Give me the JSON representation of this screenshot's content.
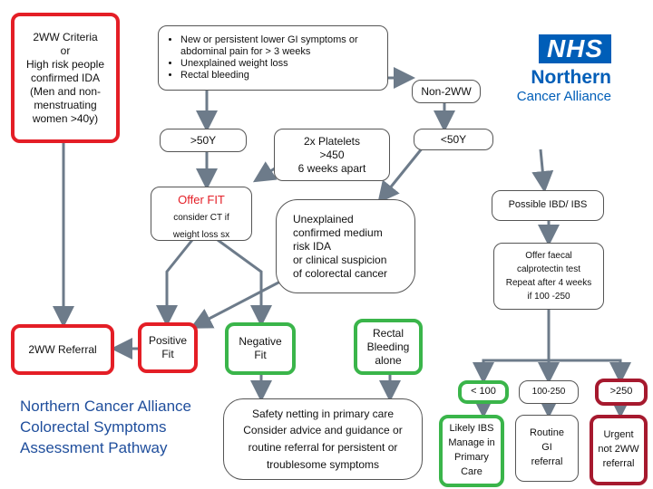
{
  "criteria_2ww": {
    "lines": [
      "2WW Criteria",
      "or",
      "High risk people",
      "confirmed IDA",
      "(Men and non-",
      "menstruating",
      "women >40y)"
    ]
  },
  "symptoms": {
    "bullets": [
      "New or persistent lower GI symptoms or abdominal pain for > 3 weeks",
      "Unexplained weight loss",
      "Rectal bleeding"
    ]
  },
  "logo": {
    "nhs": "NHS",
    "org_line1": "Northern",
    "org_line2": "Cancer Alliance"
  },
  "non_2ww": "Non-2WW",
  "age_over_50": ">50Y",
  "age_under_50": "<50Y",
  "platelets": {
    "lines": [
      "2x Platelets",
      ">450",
      "6 weeks apart"
    ]
  },
  "offer_fit": {
    "title": "Offer FIT",
    "note_line1": "consider CT if",
    "note_line2": "weight loss sx"
  },
  "unexplained_ida": {
    "lines": [
      "Unexplained",
      "confirmed medium",
      "risk IDA",
      "or clinical suspicion",
      "of colorectal cancer"
    ]
  },
  "possible_ibd": "Possible IBD/ IBS",
  "calprotectin": {
    "lines": [
      "Offer faecal",
      "calprotectin test",
      "Repeat after 4 weeks",
      "if 100 -250"
    ]
  },
  "referral_2ww": "2WW Referral",
  "positive_fit": {
    "lines": [
      "Positive",
      "Fit"
    ]
  },
  "negative_fit": {
    "lines": [
      "Negative",
      "Fit"
    ]
  },
  "rectal_bleeding": {
    "lines": [
      "Rectal",
      "Bleeding",
      "alone"
    ]
  },
  "safety_netting": {
    "lines": [
      "Safety netting in primary care",
      "Consider advice and guidance or",
      "routine referral for persistent or",
      "troublesome symptoms"
    ]
  },
  "pathway_title": {
    "lines": [
      "Northern Cancer Alliance",
      "Colorectal Symptoms",
      "Assessment Pathway"
    ]
  },
  "cal_low": "< 100",
  "cal_mid": "100-250",
  "cal_high": ">250",
  "likely_ibs": {
    "lines": [
      "Likely IBS",
      "Manage in",
      "Primary",
      "Care"
    ]
  },
  "routine_gi": {
    "lines": [
      "Routine",
      "GI",
      "referral"
    ]
  },
  "urgent_referral": {
    "lines": [
      "Urgent",
      "not 2WW",
      "referral"
    ]
  },
  "colors": {
    "red": "#e41e26",
    "green": "#3ab54a",
    "dark_red": "#a6192e",
    "nhs_blue": "#005eb8",
    "arrow_gray": "#6d7b8a",
    "title_blue": "#1f4e9c"
  }
}
